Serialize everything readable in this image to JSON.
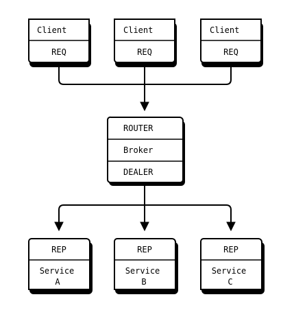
{
  "nodes": {
    "client_a": {
      "top": "Client",
      "bottom": "REQ"
    },
    "client_b": {
      "top": "Client",
      "bottom": "REQ"
    },
    "client_c": {
      "top": "Client",
      "bottom": "REQ"
    },
    "broker": {
      "top": "ROUTER",
      "middle": "Broker",
      "bottom": "DEALER"
    },
    "service_a": {
      "top": "REP",
      "bottom_line1": "Service",
      "bottom_line2": "A"
    },
    "service_b": {
      "top": "REP",
      "bottom_line1": "Service",
      "bottom_line2": "B"
    },
    "service_c": {
      "top": "REP",
      "bottom_line1": "Service",
      "bottom_line2": "C"
    }
  },
  "edges": [
    {
      "from": "client_a",
      "to": "broker"
    },
    {
      "from": "client_b",
      "to": "broker"
    },
    {
      "from": "client_c",
      "to": "broker"
    },
    {
      "from": "broker",
      "to": "service_a"
    },
    {
      "from": "broker",
      "to": "service_b"
    },
    {
      "from": "broker",
      "to": "service_c"
    }
  ]
}
